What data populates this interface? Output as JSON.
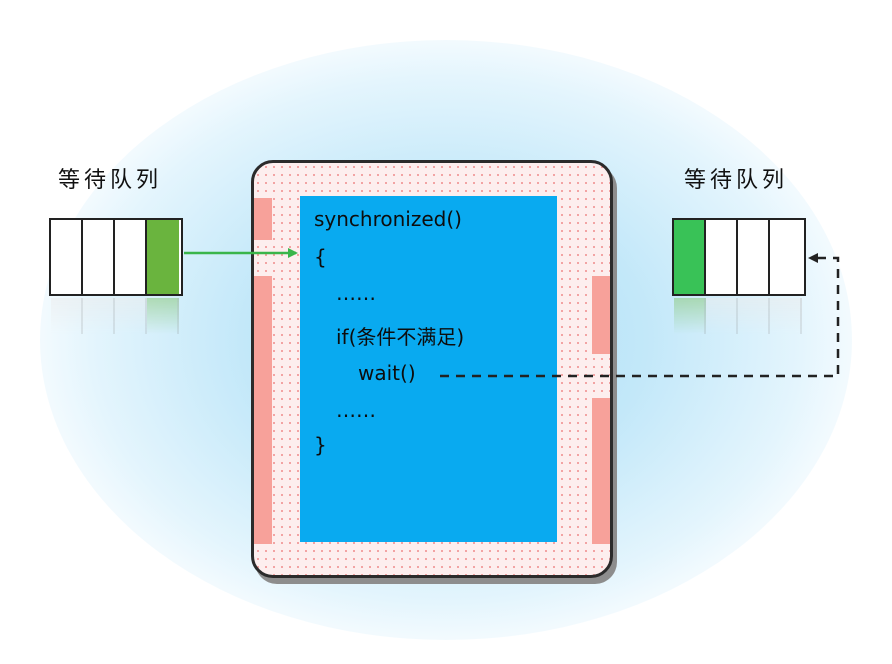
{
  "diagram": {
    "left_queue": {
      "label": "等待队列",
      "cell_count": 4,
      "filled_cell_index": 3,
      "fill_color": "#6ab43e"
    },
    "right_queue": {
      "label": "等待队列",
      "cell_count": 4,
      "filled_cell_index": 0,
      "fill_color": "#39c257"
    },
    "monitor": {
      "code_lines": [
        "synchronized()",
        "{",
        "……",
        "if(条件不满足)",
        "wait()",
        "……",
        "}"
      ]
    },
    "colors": {
      "code_panel": "#09aaf0",
      "monitor_fill": "#fdeeee",
      "dots": "#f29d9d",
      "side_bars": "#f7a19a",
      "enter_arrow": "#3ab54a",
      "wait_arrow": "#222222",
      "glow": "#a9ddf6"
    }
  }
}
